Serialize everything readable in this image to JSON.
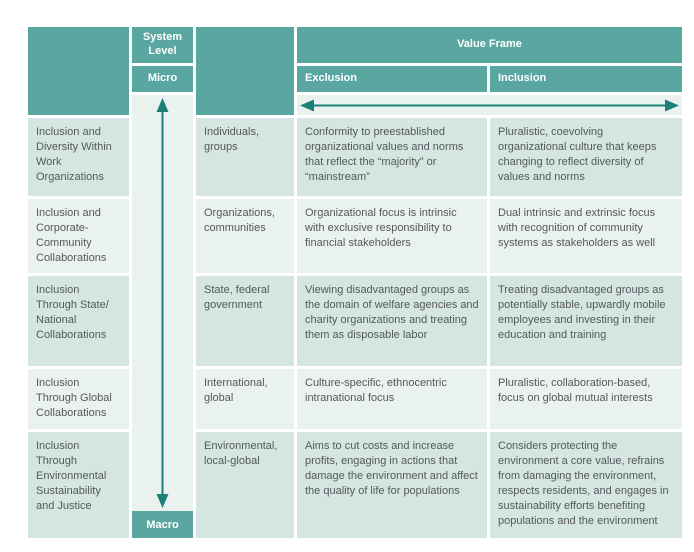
{
  "palette": {
    "header_teal": "#5aa6a0",
    "arrow_teal": "#1a8078",
    "row_dark": "#d5e6e2",
    "row_light": "#eaf2f0",
    "text_gray": "#54585a",
    "header_text": "#ffffff"
  },
  "header": {
    "system_level": "System Level",
    "micro": "Micro",
    "macro": "Macro",
    "value_frame": "Value Frame",
    "exclusion": "Exclusion",
    "inclusion": "Inclusion"
  },
  "icons": {
    "vertical_axis": "micro-to-macro double arrow",
    "horizontal_axis": "exclusion-inclusion double arrow"
  },
  "rows": [
    {
      "topic": "Inclusion and Diversity Within Work Organizations",
      "level": "Individuals, groups",
      "exclusion": "Conformity to preestablished organizational values and norms that reflect the “majority” or “mainstream”",
      "inclusion": "Pluralistic, coevolving organizational culture that keeps changing to reflect diversity of values and norms"
    },
    {
      "topic": "Inclusion and Corporate-Community Collaborations",
      "level": "Organizations, communities",
      "exclusion": "Organizational focus is intrinsic with exclusive responsibility to financial stakeholders",
      "inclusion": "Dual intrinsic and extrinsic focus with recognition of community systems as stakeholders as well"
    },
    {
      "topic": "Inclusion Through State/ National Collaborations",
      "level": "State, federal government",
      "exclusion": "Viewing disadvantaged groups as the domain of welfare agencies and charity organizations and treating them as disposable labor",
      "inclusion": "Treating disadvantaged groups as potentially stable, upwardly mobile employees and investing in their education and training"
    },
    {
      "topic": "Inclusion Through Global Collaborations",
      "level": "International, global",
      "exclusion": "Culture-specific, ethnocentric intranational focus",
      "inclusion": "Pluralistic, collaboration-based, focus on global mutual interests"
    },
    {
      "topic": "Inclusion Through Environmental Sustainability and Justice",
      "level": "Environmental, local-global",
      "exclusion": "Aims to cut costs and increase profits, engaging in actions that damage the environment and affect the quality of life for populations",
      "inclusion": "Considers protecting the environment a core value, refrains from damaging the environment, respects residents, and engages in sustainability efforts benefiting populations and the environment"
    }
  ]
}
